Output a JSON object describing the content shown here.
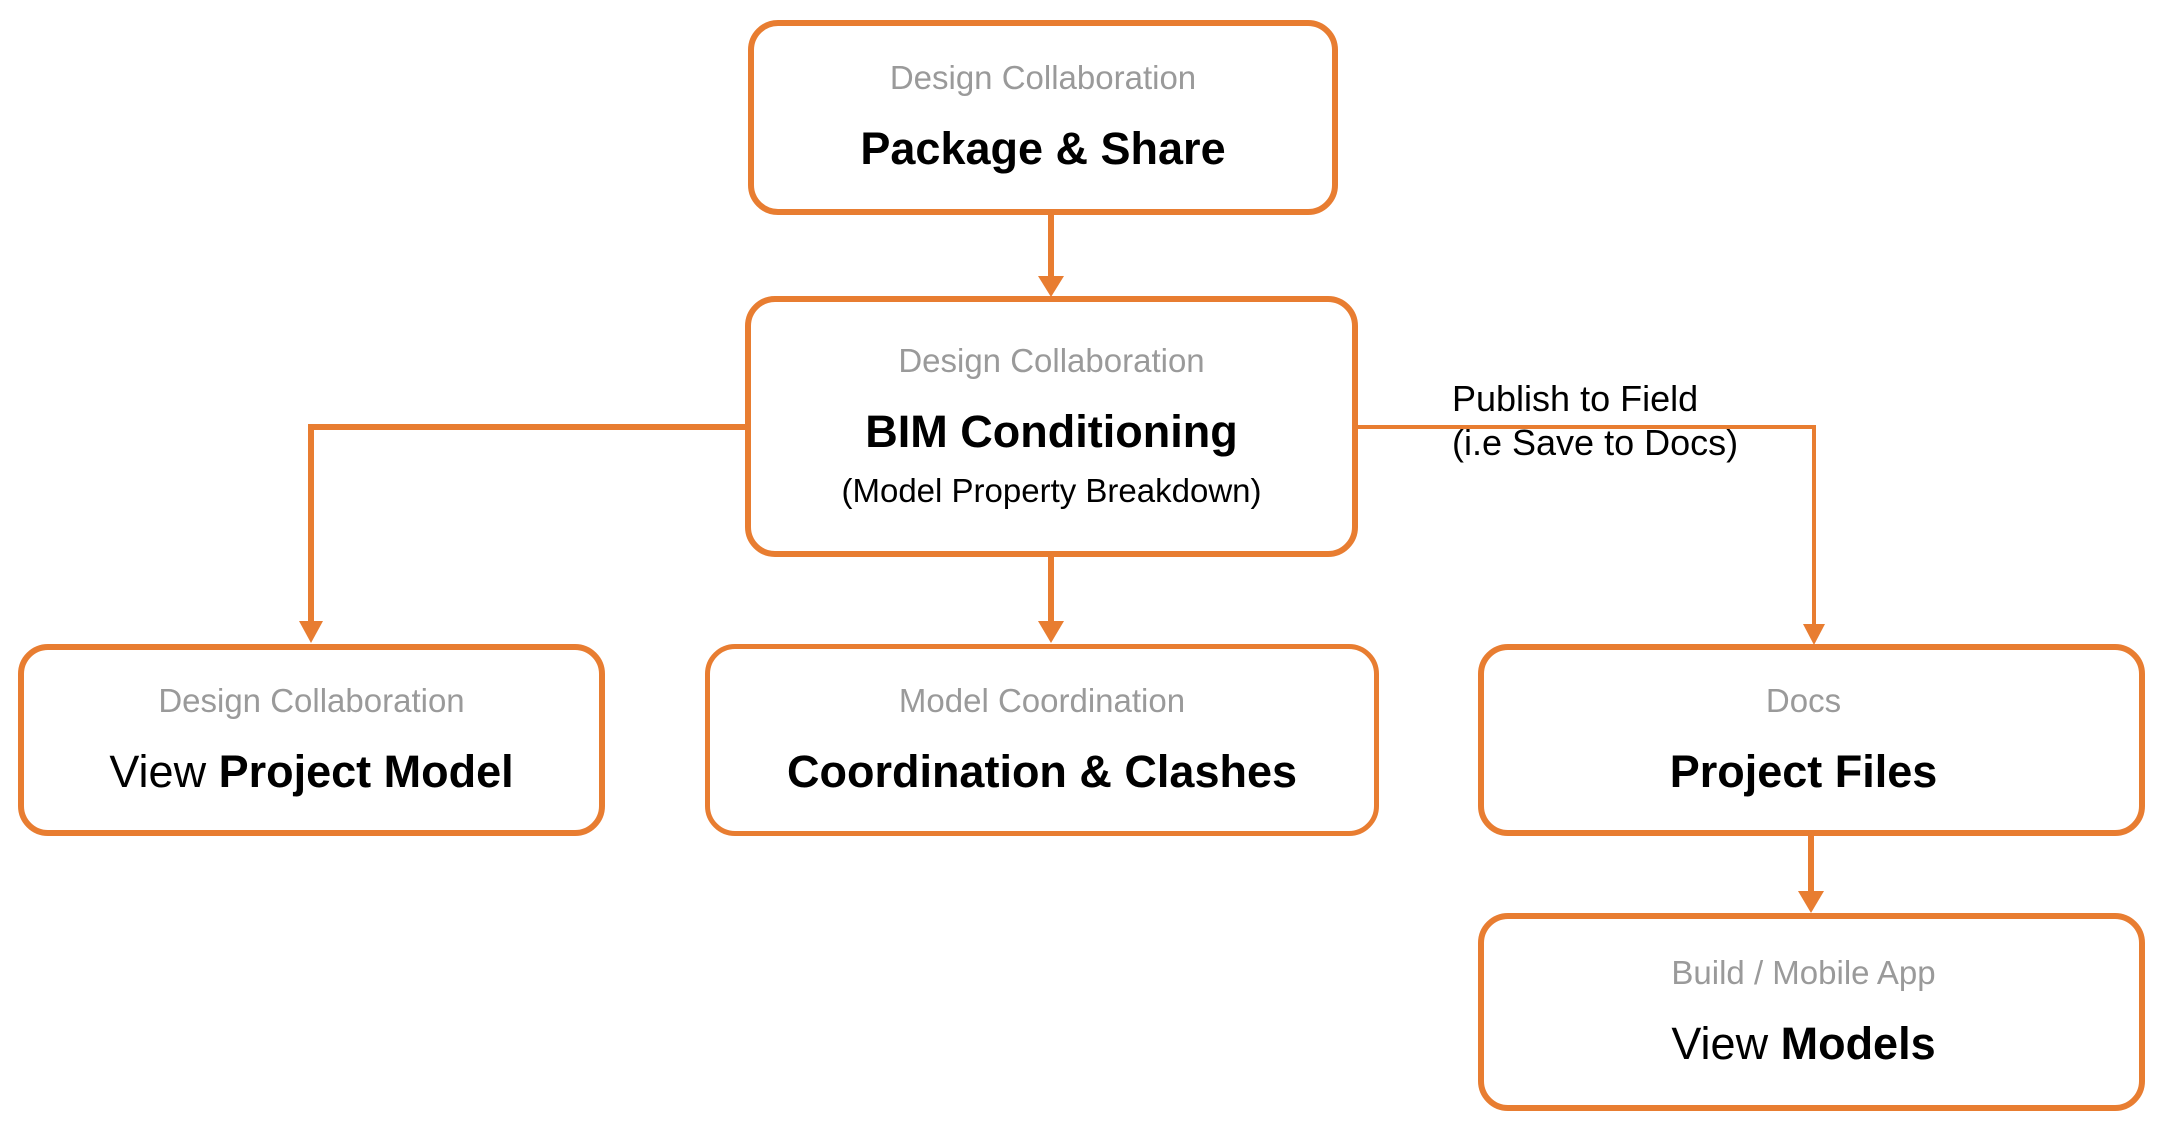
{
  "diagram": {
    "type": "flowchart",
    "title": "",
    "accent_color": "#E87D31",
    "product_label_color": "#9a9a9a",
    "background": "#ffffff",
    "nodes": [
      {
        "id": "package-share",
        "product": "Design Collaboration",
        "title": "Package & Share",
        "title_light": "",
        "subtitle": ""
      },
      {
        "id": "bim-conditioning",
        "product": "Design Collaboration",
        "title": "BIM Conditioning",
        "title_light": "",
        "subtitle": "(Model Property Breakdown)"
      },
      {
        "id": "view-project-model",
        "product": "Design Collaboration",
        "title": "Project Model",
        "title_light": "View ",
        "subtitle": ""
      },
      {
        "id": "coordination-clashes",
        "product": "Model Coordination",
        "title": "Coordination & Clashes",
        "title_light": "",
        "subtitle": ""
      },
      {
        "id": "project-files",
        "product": "Docs",
        "title": "Project Files",
        "title_light": "",
        "subtitle": ""
      },
      {
        "id": "view-models",
        "product": "Build / Mobile App",
        "title": "Models",
        "title_light": "View ",
        "subtitle": ""
      }
    ],
    "edges": [
      {
        "id": "package-to-bim",
        "from": "package-share",
        "to": "bim-conditioning",
        "label": ""
      },
      {
        "id": "bim-to-project-model",
        "from": "bim-conditioning",
        "to": "view-project-model",
        "label": ""
      },
      {
        "id": "bim-to-coordination",
        "from": "bim-conditioning",
        "to": "coordination-clashes",
        "label": ""
      },
      {
        "id": "bim-to-project-files",
        "from": "bim-conditioning",
        "to": "project-files",
        "label_line1": "Publish to Field",
        "label_line2": "(i.e Save to Docs)"
      },
      {
        "id": "project-files-to-view-models",
        "from": "project-files",
        "to": "view-models",
        "label": ""
      }
    ]
  }
}
